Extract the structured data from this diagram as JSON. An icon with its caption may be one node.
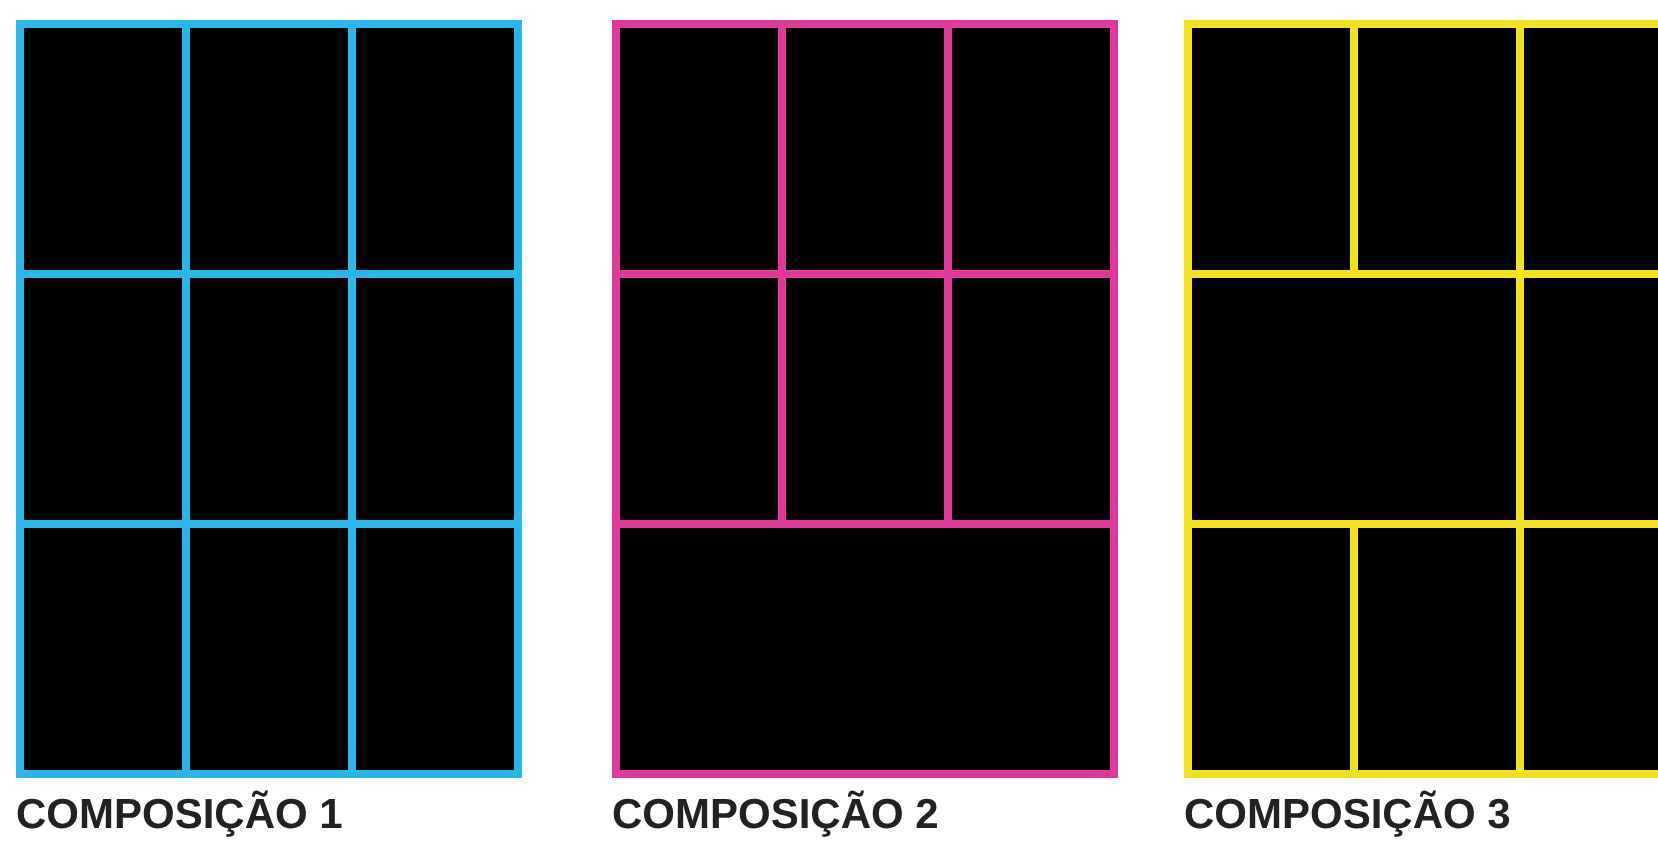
{
  "diagram": {
    "nodes": [
      {
        "text": [
          "COMPOSIÇÃO 1"
        ]
      },
      {
        "text": [],
        "shape": "box",
        "in": 0
      },
      {
        "text": [],
        "shape": "box",
        "in": 0
      },
      {
        "text": [],
        "shape": "box",
        "in": 0
      },
      {
        "text": [],
        "shape": "box",
        "in": 0
      },
      {
        "text": [],
        "shape": "box",
        "in": 0
      },
      {
        "text": [],
        "shape": "box",
        "in": 0
      },
      {
        "text": [],
        "shape": "box",
        "in": 0
      },
      {
        "text": [],
        "shape": "box",
        "in": 0
      },
      {
        "text": [],
        "shape": "box",
        "in": 0
      },
      {
        "text": [
          "COMPOSIÇÃO 2"
        ]
      },
      {
        "text": [],
        "shape": "box",
        "in": 10
      },
      {
        "text": [],
        "shape": "box",
        "in": 10
      },
      {
        "text": [],
        "shape": "box",
        "in": 10
      },
      {
        "text": [],
        "shape": "box",
        "in": 10
      },
      {
        "text": [],
        "shape": "box",
        "in": 10
      },
      {
        "text": [],
        "shape": "box",
        "in": 10
      },
      {
        "text": [],
        "shape": "box",
        "in": 10
      },
      {
        "text": [
          "COMPOSIÇÃO 3"
        ]
      },
      {
        "text": [],
        "shape": "box",
        "in": 18
      },
      {
        "text": [],
        "shape": "box",
        "in": 18
      },
      {
        "text": [],
        "shape": "box",
        "in": 18
      },
      {
        "text": [],
        "shape": "box",
        "in": 18
      },
      {
        "text": [],
        "shape": "box",
        "in": 18
      },
      {
        "text": [],
        "shape": "box",
        "in": 18
      },
      {
        "text": [],
        "shape": "box",
        "in": 18
      },
      {
        "text": [],
        "shape": "box",
        "in": 18
      }
    ],
    "edges": []
  }
}
